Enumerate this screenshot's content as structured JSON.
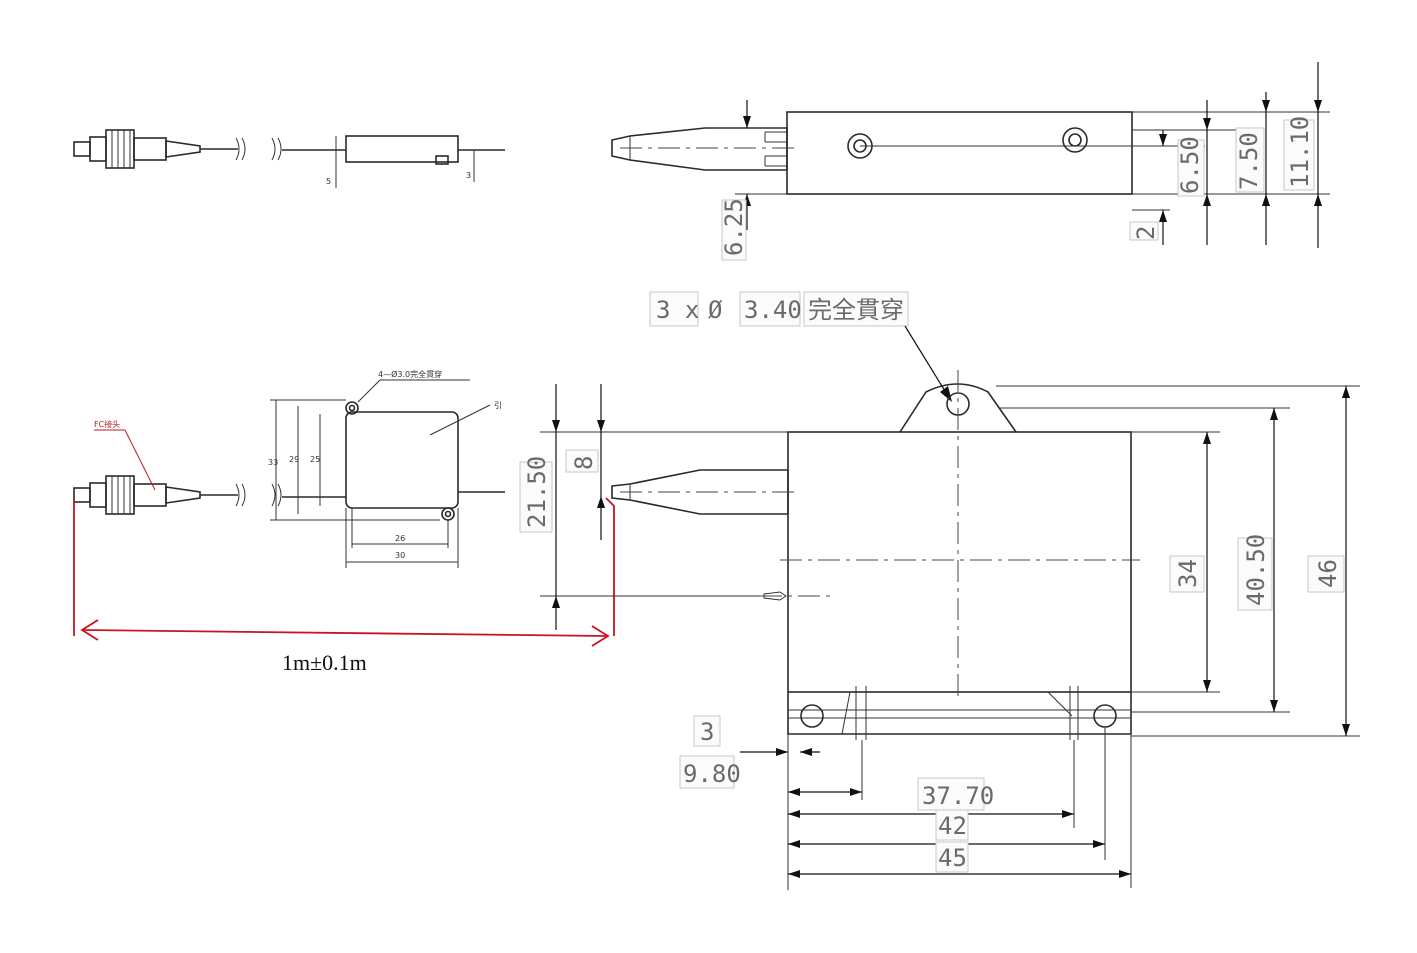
{
  "top_view": {
    "dims": {
      "d625": "6.25",
      "d2": "2",
      "d650": "6.50",
      "d750": "7.50",
      "d1110": "11.10"
    }
  },
  "plan_view": {
    "hole_note": {
      "count": "3 x",
      "symbol": "Ø",
      "value": "3.40",
      "text": "完全貫穿"
    },
    "dims": {
      "d2150": "21.50",
      "d8": "8",
      "d34": "34",
      "d4050": "40.50",
      "d46": "46",
      "d3": "3",
      "d980": "9.80",
      "d3770": "37.70",
      "d42": "42",
      "d45": "45"
    }
  },
  "small_views": {
    "side_dims": {
      "a": "5",
      "b": "3"
    },
    "plan_note": "4—Ø3.0完全貫穿",
    "part_tag": "引",
    "connector_label": "FC接头",
    "plan_dims": {
      "h33": "33",
      "h29": "29",
      "h25": "25",
      "w26": "26",
      "w30": "30"
    }
  },
  "fiber_length": "1m±0.1m"
}
